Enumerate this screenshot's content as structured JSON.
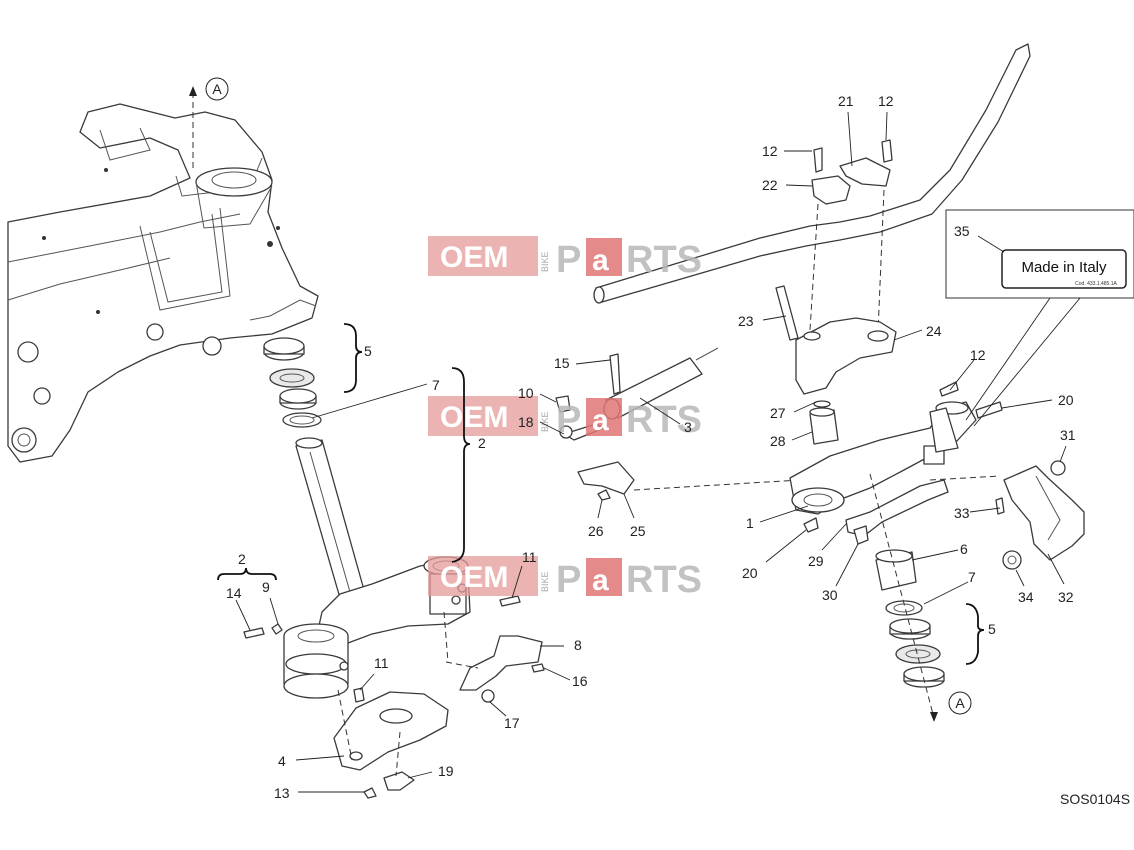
{
  "callouts": [
    "1",
    "2",
    "2",
    "2",
    "3",
    "4",
    "5",
    "5",
    "6",
    "7",
    "7",
    "8",
    "9",
    "10",
    "11",
    "11",
    "12",
    "12",
    "12",
    "13",
    "14",
    "15",
    "16",
    "17",
    "18",
    "19",
    "20",
    "20",
    "21",
    "22",
    "23",
    "24",
    "25",
    "26",
    "27",
    "28",
    "29",
    "30",
    "31",
    "32",
    "33",
    "34",
    "35"
  ],
  "arrow_marker": "A",
  "sticker_text": "Made in Italy",
  "sticker_code": "Cod. 433.1.485.1A",
  "watermark": {
    "oem": "OEM",
    "bike": "BIKE",
    "parts_p": "P",
    "parts_a": "a",
    "parts_rest": "RTS"
  },
  "drawing_ref": "SOS0104S"
}
